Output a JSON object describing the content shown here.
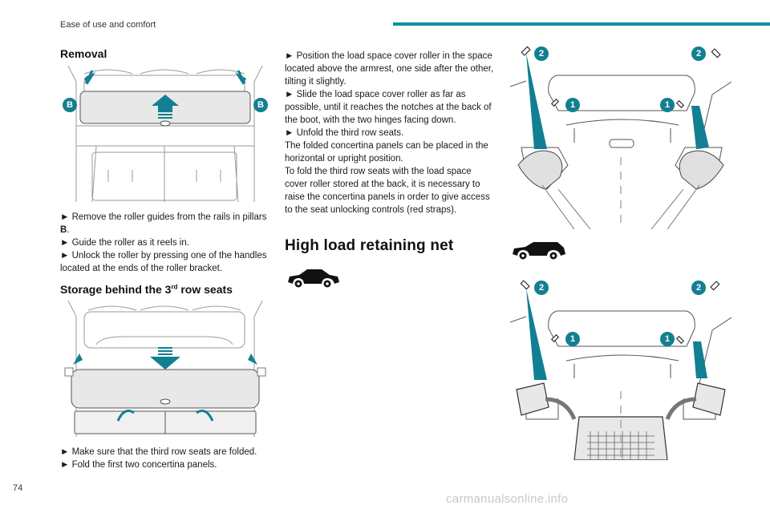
{
  "header": {
    "section_title": "Ease of use and comfort",
    "accent_color": "#0f8fa0"
  },
  "left_column": {
    "removal_heading": "Removal",
    "illustration_labels": {
      "pillar_left": "B",
      "pillar_right": "B"
    },
    "removal_steps": [
      "► Remove the roller guides from the rails in pillars",
      "B",
      ".",
      "► Guide the roller as it reels in.",
      "► Unlock the roller by pressing one of the handles located at the ends of the roller bracket."
    ],
    "storage_heading_pre": "Storage behind the 3",
    "storage_heading_sup": "rd",
    "storage_heading_post": " row seats",
    "storage_steps": [
      "► Make sure that the third row seats are folded.",
      "► Fold the first two concertina panels."
    ]
  },
  "middle_column": {
    "steps": [
      "► Position the load space cover roller in the space located above the armrest, one side after the other, tilting it slightly.",
      "► Slide the load space cover roller as far as possible, until it reaches the notches at the back of the boot, with the two hinges facing down.",
      "► Unfold the third row seats.",
      "The folded concertina panels can be placed in the horizontal or upright position.",
      "To fold the third row seats with the load space cover roller stored at the back, it is necessary to raise the concertina panels in order to give access to the seat unlocking controls (red straps)."
    ],
    "net_heading": "High load retaining net"
  },
  "right_column": {
    "top_labels": [
      "2",
      "2",
      "1",
      "1"
    ],
    "bottom_labels": [
      "2",
      "2",
      "1",
      "1"
    ]
  },
  "footer": {
    "page_number": "74",
    "watermark": "carmanualsonline.info"
  }
}
